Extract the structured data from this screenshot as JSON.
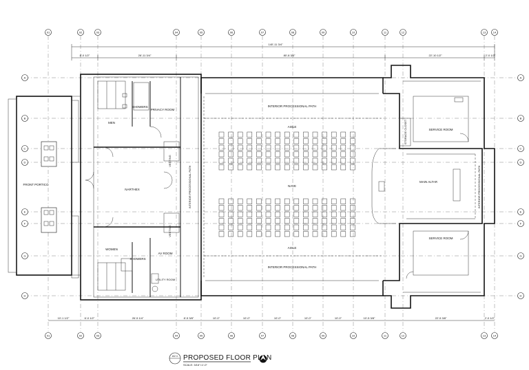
{
  "title": {
    "drawing_number": "A2.1",
    "text": "PROPOSED FLOOR PLAN",
    "scale": "SCALE: 3/16\"=1'-0\""
  },
  "grid_top": [
    "01",
    "02",
    "03",
    "04",
    "05",
    "06",
    "07",
    "08",
    "09",
    "10",
    "11",
    "12",
    "13",
    "14"
  ],
  "grid_side": [
    "A",
    "B",
    "C",
    "D",
    "E",
    "F",
    "G",
    "H"
  ],
  "dims_top": {
    "overall": "140'-11 3/4\"",
    "left_a": "8'-0 1/2\"",
    "left_b": "26'-11 3/4\"",
    "middle": "80'-8 3/4\"",
    "right_a": "22'-10 1/2\"",
    "right_b": "2'-0 1/2\""
  },
  "dims_bottom": [
    "10'-1 1/2\"",
    "6'-0 1/2\"",
    "26'-5 1/4\"",
    "8'-5 3/8\"",
    "10'-0\"",
    "10'-0\"",
    "10'-0\"",
    "10'-0\"",
    "10'-0\"",
    "10'-5 3/8\"",
    "22'-5 3/8\"",
    "2'-0 1/2\""
  ],
  "rooms": {
    "men": "MEN",
    "showers_top": "SHOWERS",
    "privacy_room": "PRIVACY ROOM",
    "narthex": "NARTHEX",
    "front_portico": "FRONT PORTICO",
    "women": "WOMEN",
    "showers_bottom": "SHOWERS",
    "av_room": "AV ROOM",
    "utility_room": "UTILITY ROOM",
    "vesting_top": "VESTING",
    "vesting_bottom": "VESTING",
    "interior_path_top": "INTERIOR PROCESSIONAL PATH",
    "interior_path_bottom": "INTERIOR PROCESSIONAL PATH",
    "interior_path_left": "INTERIOR PROCESSIONAL PATH",
    "interior_path_right": "INTERIOR PROCESSIONAL PATH",
    "aisle_top": "AISLE",
    "aisle_bottom": "AISLE",
    "nave": "NAVE",
    "service_room_top": "SERVICE ROOM",
    "service_room_bottom": "SERVICE ROOM",
    "main_altar": "MAIN ALTAR",
    "storage": "STORAGE CLOSET"
  },
  "north_icon": "north-arrow-icon"
}
